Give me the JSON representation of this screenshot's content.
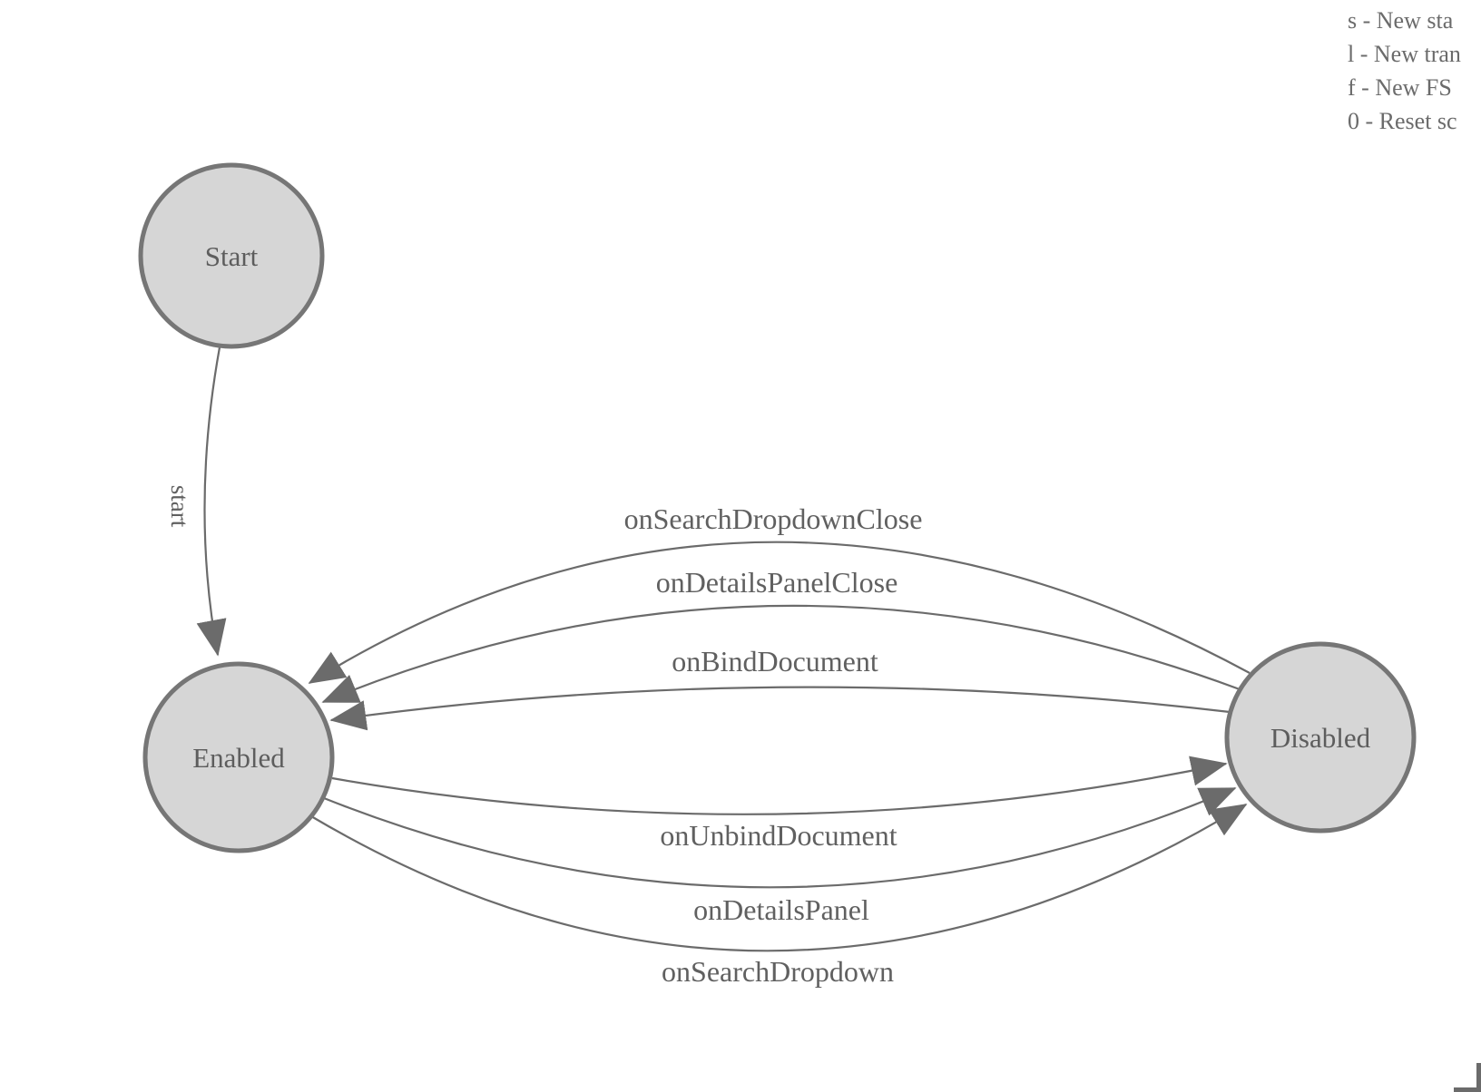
{
  "legend": {
    "shortcut_lines": [
      "s - New sta",
      "l - New tran",
      "f - New FS",
      "0 - Reset sc"
    ]
  },
  "fsm": {
    "states": [
      {
        "label": "Start"
      },
      {
        "label": "Enabled"
      },
      {
        "label": "Disabled"
      }
    ],
    "transitions": [
      {
        "label": "start",
        "from": "Start",
        "to": "Enabled"
      },
      {
        "label": "onSearchDropdownClose",
        "from": "Disabled",
        "to": "Enabled"
      },
      {
        "label": "onDetailsPanelClose",
        "from": "Disabled",
        "to": "Enabled"
      },
      {
        "label": "onBindDocument",
        "from": "Disabled",
        "to": "Enabled"
      },
      {
        "label": "onUnbindDocument",
        "from": "Enabled",
        "to": "Disabled"
      },
      {
        "label": "onDetailsPanel",
        "from": "Enabled",
        "to": "Disabled"
      },
      {
        "label": "onSearchDropdown",
        "from": "Enabled",
        "to": "Disabled"
      }
    ]
  },
  "colors": {
    "background": "#ffffff",
    "state_fill": "#d6d6d6",
    "state_stroke": "#767676",
    "edge_stroke": "#6b6b6b",
    "label_text": "#606060",
    "legend_text": "#6b6b6b"
  }
}
